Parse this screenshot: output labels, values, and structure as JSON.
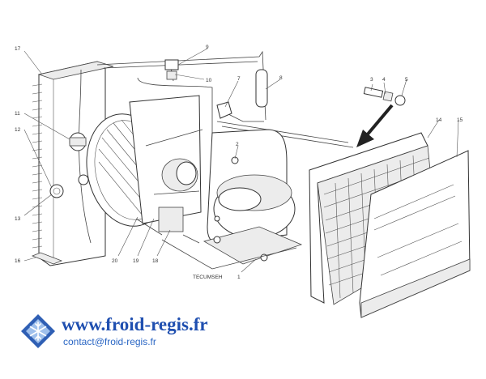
{
  "diagram": {
    "labels": [
      {
        "id": "17",
        "text": "17"
      },
      {
        "id": "11",
        "text": "11"
      },
      {
        "id": "12",
        "text": "12"
      },
      {
        "id": "13",
        "text": "13"
      },
      {
        "id": "16",
        "text": "16"
      },
      {
        "id": "20",
        "text": "20"
      },
      {
        "id": "19",
        "text": "19"
      },
      {
        "id": "18",
        "text": "18"
      },
      {
        "id": "9",
        "text": "9"
      },
      {
        "id": "10",
        "text": "10"
      },
      {
        "id": "7",
        "text": "7"
      },
      {
        "id": "8",
        "text": "8"
      },
      {
        "id": "2",
        "text": "2"
      },
      {
        "id": "1",
        "text": "1"
      },
      {
        "id": "3",
        "text": "3"
      },
      {
        "id": "4",
        "text": "4"
      },
      {
        "id": "5",
        "text": "5"
      },
      {
        "id": "14",
        "text": "14"
      },
      {
        "id": "15",
        "text": "15"
      }
    ],
    "compressor_brand": "TECUMSEH"
  },
  "footer": {
    "url": "www.froid-regis.fr",
    "email": "contact@froid-regis.fr"
  },
  "colors": {
    "url_blue": "#1f4fb0",
    "email_blue": "#2a66c4",
    "logo_blue": "#2f5fb4",
    "line": "#444444"
  }
}
